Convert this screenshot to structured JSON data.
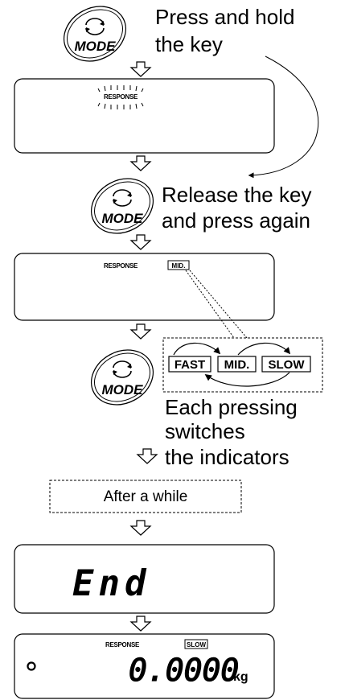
{
  "steps": {
    "press_hold_line1": "Press and hold",
    "press_hold_line2": "the key",
    "release_line1": "Release the key",
    "release_line2": "and press again",
    "each_line1": "Each pressing",
    "each_line2": "switches",
    "each_line3": "the indicators",
    "after_while": "After a while"
  },
  "mode_key": {
    "label": "MODE"
  },
  "display1": {
    "indicator": "RESPONSE"
  },
  "display2": {
    "indicator": "RESPONSE",
    "badge": "MID."
  },
  "options": [
    "FAST",
    "MID.",
    "SLOW"
  ],
  "display3": {
    "text": "End"
  },
  "display4": {
    "indicator": "RESPONSE",
    "badge": "SLOW",
    "reading": "0.0000",
    "unit": "kg"
  },
  "icons": [
    "cycle-arrows-icon",
    "down-arrow-icon",
    "curved-arrow-icon",
    "stable-mark-icon"
  ]
}
